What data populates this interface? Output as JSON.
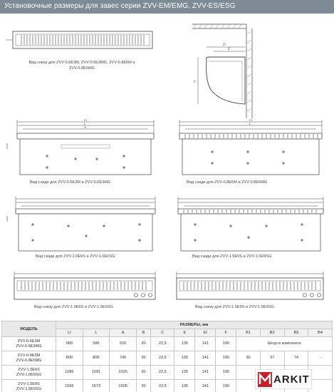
{
  "header": {
    "title": "Установочные размеры для завес серии ZVV-EM/EMG, ZVV-ES/ESG"
  },
  "captions": {
    "bottom_view_em": "Вид снизу для ZVV-0.6E3M, ZVV-0.6E3MG, ZVV-0.8E5M и ZVV-0.8E5MG",
    "rear_06": "Вид сзади для ZVV-0.6E3M и ZVV-0.6E3MG",
    "rear_08": "Вид сзади для ZVV-0.8E5M и ZVV-0.8E5MG",
    "rear_10": "Вид сзади для ZVV-1.0E6S и ZVV-1.0E6SG",
    "rear_15": "Вид сзади для ZVV-1.5E9S и ZVV-1.5E9SG",
    "bottom_10": "Вид снизу для ZVV-1.0E6S и ZVV-1.0E6SG",
    "bottom_15": "Вид снизу для ZVV-1.5E9S и ZVV-1.5E9SG"
  },
  "dimension_letters": {
    "l1": "L1",
    "l": "L",
    "a": "A",
    "b": "B",
    "c": "C",
    "d": "D",
    "e": "E",
    "e1": "E1",
    "f": "F",
    "h": "H"
  },
  "table": {
    "model_header": "МОДЕЛЬ",
    "sizes_header": "РАЗМЕРЫ, мм",
    "columns": [
      "Ll",
      "L",
      "A",
      "B",
      "C",
      "E",
      "El",
      "F",
      "B1",
      "B2",
      "B3",
      "B4"
    ],
    "rows": [
      {
        "model": [
          "ZVV-0.6E3M",
          "ZVV-0.6E3MG"
        ],
        "values": [
          "580",
          "586",
          "520",
          "30",
          "22,5",
          "135",
          "141",
          "190"
        ],
        "extra": "Шнур в комплекте"
      },
      {
        "model": [
          "ZVV-0.8E5M",
          "ZVV-0.8E5MG"
        ],
        "values": [
          "800",
          "806",
          "740",
          "30",
          "22,5",
          "135",
          "141",
          "190",
          "30",
          "37",
          "74",
          "-"
        ]
      },
      {
        "model": [
          "ZVV-1.0E6S",
          "ZVV-1.0E6SG"
        ],
        "values": [
          "1085",
          "1091",
          "1025",
          "30",
          "22,5",
          "135",
          "141",
          "190"
        ]
      },
      {
        "model": [
          "ZVV-1.5E9S",
          "ZVV-1.5E9SG"
        ],
        "values": [
          "1566",
          "1572",
          "1506",
          "30",
          "22,5",
          "135",
          "141",
          "190"
        ]
      }
    ]
  },
  "logo": {
    "brand": "ARKIT"
  },
  "colors": {
    "header_bg": "#7e8a95",
    "logo_red": "#c61f2c",
    "line": "#444444"
  }
}
